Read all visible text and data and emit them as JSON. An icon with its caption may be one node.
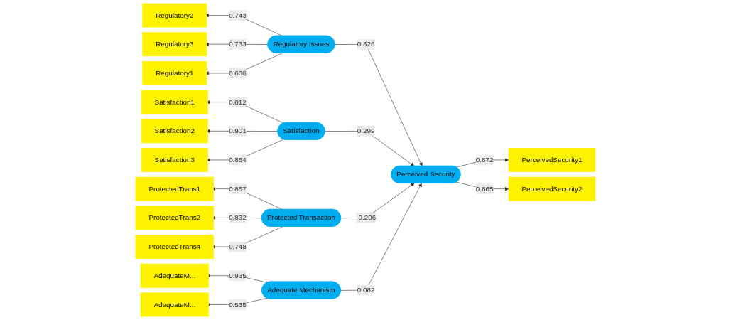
{
  "diagram": {
    "nodes": [
      {
        "text": [
          "Regulatory2"
        ]
      },
      {
        "text": [
          "Regulatory3"
        ]
      },
      {
        "text": [
          "Regulatory1"
        ]
      },
      {
        "text": [
          "Regulatory Issues"
        ]
      },
      {
        "text": [
          "Satisfaction1"
        ]
      },
      {
        "text": [
          "Satisfaction2"
        ]
      },
      {
        "text": [
          "Satisfaction3"
        ]
      },
      {
        "text": [
          "Satisfaction"
        ]
      },
      {
        "text": [
          "ProtectedTrans1"
        ]
      },
      {
        "text": [
          "ProtectedTrans2"
        ]
      },
      {
        "text": [
          "ProtectedTrans4"
        ]
      },
      {
        "text": [
          "Protected Transaction"
        ]
      },
      {
        "text": [
          "AdequateM..."
        ]
      },
      {
        "text": [
          "AdequateM..."
        ]
      },
      {
        "text": [
          "Adequate Mechanism"
        ]
      },
      {
        "text": [
          "Perceived Security"
        ]
      },
      {
        "text": [
          "PerceivedSecurity1"
        ]
      },
      {
        "text": [
          "PerceivedSecurity2"
        ]
      }
    ],
    "edges": [
      {
        "from": 3,
        "to": 0,
        "arrow": "to",
        "label": "0.743"
      },
      {
        "from": 3,
        "to": 1,
        "arrow": "to",
        "label": "0.733"
      },
      {
        "from": 3,
        "to": 2,
        "arrow": "to",
        "label": "0.636"
      },
      {
        "from": 7,
        "to": 4,
        "arrow": "to",
        "label": "0.812"
      },
      {
        "from": 7,
        "to": 5,
        "arrow": "to",
        "label": "0.901"
      },
      {
        "from": 7,
        "to": 6,
        "arrow": "to",
        "label": "0.854"
      },
      {
        "from": 11,
        "to": 8,
        "arrow": "to",
        "label": "0.857"
      },
      {
        "from": 11,
        "to": 9,
        "arrow": "to",
        "label": "0.832"
      },
      {
        "from": 11,
        "to": 10,
        "arrow": "to",
        "label": "0.748"
      },
      {
        "from": 14,
        "to": 12,
        "arrow": "to",
        "label": "0.935"
      },
      {
        "from": 14,
        "to": 13,
        "arrow": "to",
        "label": "0.535"
      },
      {
        "from": 3,
        "to": 15,
        "arrow": "to",
        "label": "0.326"
      },
      {
        "from": 7,
        "to": 15,
        "arrow": "to",
        "label": "0.299"
      },
      {
        "from": 11,
        "to": 15,
        "arrow": "to",
        "label": "-0.206"
      },
      {
        "from": 14,
        "to": 15,
        "arrow": "to",
        "label": "0.082"
      },
      {
        "from": 15,
        "to": 16,
        "arrow": "to",
        "label": "0.872"
      },
      {
        "from": 15,
        "to": 17,
        "arrow": "to",
        "label": "0.865"
      }
    ]
  }
}
